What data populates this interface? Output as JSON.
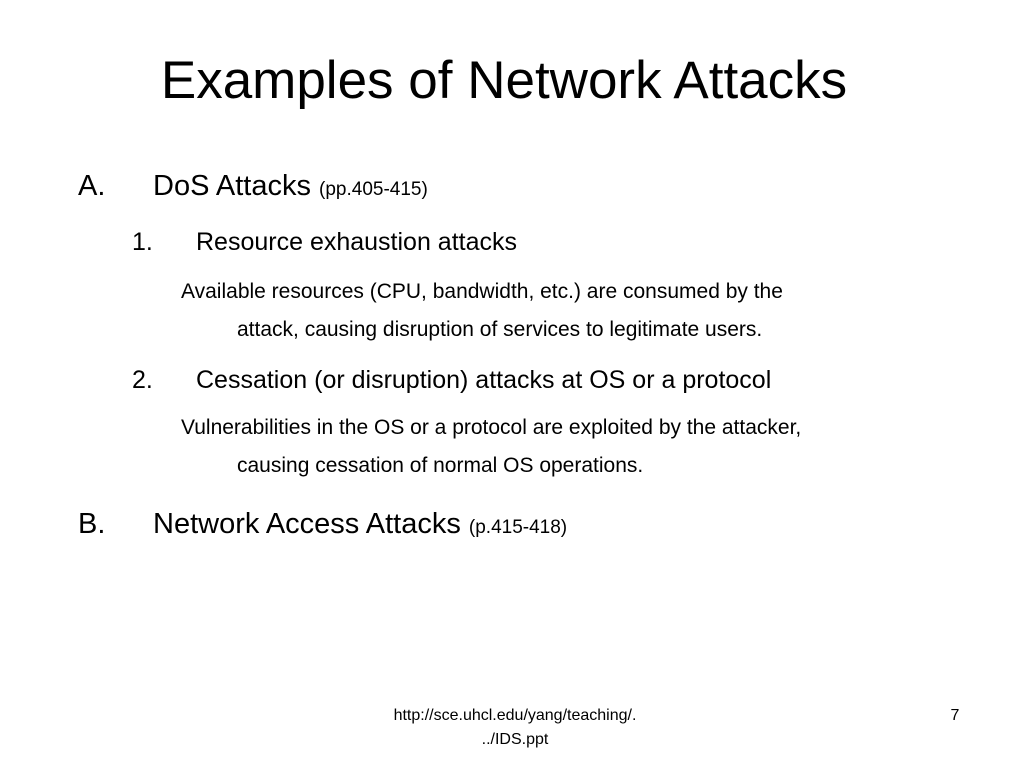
{
  "slide": {
    "title": "Examples of Network Attacks",
    "items": [
      {
        "marker": "A.",
        "label": "DoS Attacks",
        "ref": "(pp.405-415)",
        "subitems": [
          {
            "marker": "1.",
            "label": "Resource exhaustion attacks",
            "desc_line1": "Available resources (CPU, bandwidth, etc.) are consumed by the",
            "desc_line2": "attack, causing disruption of services to legitimate users."
          },
          {
            "marker": "2.",
            "label": "Cessation (or disruption) attacks at OS or a protocol",
            "desc_line1": "Vulnerabilities in the OS or a protocol are exploited by the attacker,",
            "desc_line2": "causing cessation of normal OS operations."
          }
        ]
      },
      {
        "marker": "B.",
        "label": "Network Access Attacks",
        "ref": "(p.415-418)"
      }
    ]
  },
  "footer": {
    "url_line1": "http://sce.uhcl.edu/yang/teaching/.",
    "url_line2": "../IDS.ppt",
    "page_number": "7"
  }
}
